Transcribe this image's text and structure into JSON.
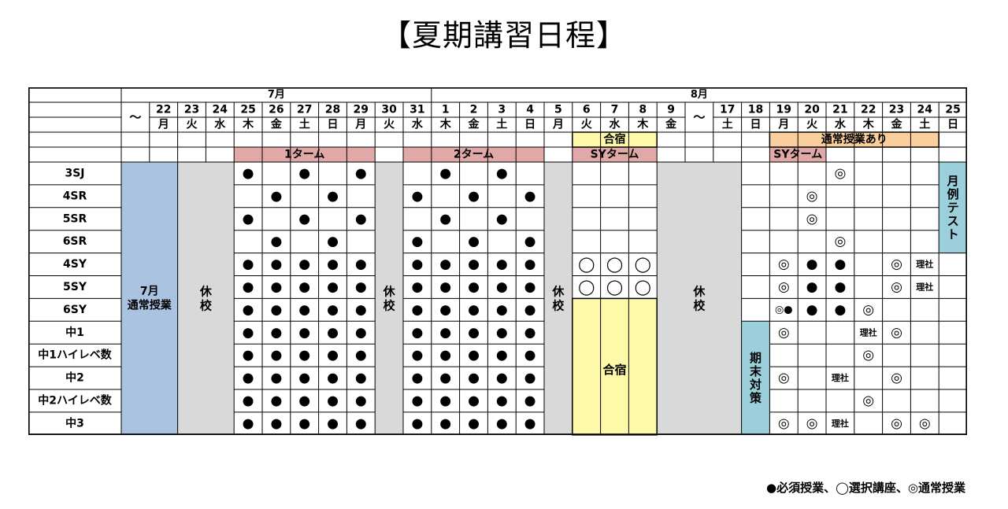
{
  "title": "【夏期講習日程】",
  "legend": "●必須授業、◯選択講座、◎通常授業",
  "months": {
    "july": "7月",
    "august": "8月"
  },
  "dates": [
    "～",
    "22",
    "23",
    "24",
    "25",
    "26",
    "27",
    "28",
    "29",
    "30",
    "31",
    "1",
    "2",
    "3",
    "4",
    "5",
    "6",
    "7",
    "8",
    "9",
    "～",
    "17",
    "18",
    "19",
    "20",
    "21",
    "22",
    "23",
    "24",
    "25"
  ],
  "weekdays": [
    "",
    "月",
    "火",
    "水",
    "木",
    "金",
    "土",
    "日",
    "月",
    "火",
    "水",
    "木",
    "金",
    "土",
    "日",
    "月",
    "火",
    "水",
    "木",
    "金",
    "",
    "土",
    "日",
    "月",
    "火",
    "水",
    "木",
    "金",
    "土",
    "日"
  ],
  "rows": [
    "3SJ",
    "4SR",
    "5SR",
    "6SR",
    "4SY",
    "5SY",
    "6SY",
    "中1",
    "中1ハイレベ数",
    "中2",
    "中2ハイレベ数",
    "中3"
  ],
  "bands": {
    "gasshuku": "合宿",
    "tsujo_ari": "通常授業あり",
    "term1": "1ターム",
    "term2": "2ターム",
    "sy_term_1": "SYターム",
    "sy_term_2": "SYターム"
  },
  "blocks": {
    "july_normal": "7月\n通常授業",
    "kyuko_a": "休\n校",
    "kyuko_b": "休\n校",
    "kyuko_c": "休\n校",
    "kyuko_d": "休\n校",
    "gasshuku_big": "合宿",
    "kimatsu": "期\n末\n対\n策",
    "getsurei_test": "月\n例\nテ\nス\nト"
  },
  "marks": [
    {
      "col": 4,
      "row": 0,
      "t": "●"
    },
    {
      "col": 6,
      "row": 0,
      "t": "●"
    },
    {
      "col": 8,
      "row": 0,
      "t": "●"
    },
    {
      "col": 5,
      "row": 1,
      "t": "●"
    },
    {
      "col": 7,
      "row": 1,
      "t": "●"
    },
    {
      "col": 4,
      "row": 2,
      "t": "●"
    },
    {
      "col": 6,
      "row": 2,
      "t": "●"
    },
    {
      "col": 8,
      "row": 2,
      "t": "●"
    },
    {
      "col": 5,
      "row": 3,
      "t": "●"
    },
    {
      "col": 7,
      "row": 3,
      "t": "●"
    },
    {
      "col": 4,
      "row": 4,
      "t": "●"
    },
    {
      "col": 5,
      "row": 4,
      "t": "●"
    },
    {
      "col": 6,
      "row": 4,
      "t": "●"
    },
    {
      "col": 7,
      "row": 4,
      "t": "●"
    },
    {
      "col": 8,
      "row": 4,
      "t": "●"
    },
    {
      "col": 4,
      "row": 5,
      "t": "●"
    },
    {
      "col": 5,
      "row": 5,
      "t": "●"
    },
    {
      "col": 6,
      "row": 5,
      "t": "●"
    },
    {
      "col": 7,
      "row": 5,
      "t": "●"
    },
    {
      "col": 8,
      "row": 5,
      "t": "●"
    },
    {
      "col": 4,
      "row": 6,
      "t": "●"
    },
    {
      "col": 5,
      "row": 6,
      "t": "●"
    },
    {
      "col": 6,
      "row": 6,
      "t": "●"
    },
    {
      "col": 7,
      "row": 6,
      "t": "●"
    },
    {
      "col": 8,
      "row": 6,
      "t": "●"
    },
    {
      "col": 4,
      "row": 7,
      "t": "●"
    },
    {
      "col": 5,
      "row": 7,
      "t": "●"
    },
    {
      "col": 6,
      "row": 7,
      "t": "●"
    },
    {
      "col": 7,
      "row": 7,
      "t": "●"
    },
    {
      "col": 8,
      "row": 7,
      "t": "●"
    },
    {
      "col": 4,
      "row": 8,
      "t": "●"
    },
    {
      "col": 5,
      "row": 8,
      "t": "●"
    },
    {
      "col": 6,
      "row": 8,
      "t": "●"
    },
    {
      "col": 7,
      "row": 8,
      "t": "●"
    },
    {
      "col": 8,
      "row": 8,
      "t": "●"
    },
    {
      "col": 4,
      "row": 9,
      "t": "●"
    },
    {
      "col": 5,
      "row": 9,
      "t": "●"
    },
    {
      "col": 6,
      "row": 9,
      "t": "●"
    },
    {
      "col": 7,
      "row": 9,
      "t": "●"
    },
    {
      "col": 8,
      "row": 9,
      "t": "●"
    },
    {
      "col": 4,
      "row": 10,
      "t": "●"
    },
    {
      "col": 5,
      "row": 10,
      "t": "●"
    },
    {
      "col": 6,
      "row": 10,
      "t": "●"
    },
    {
      "col": 7,
      "row": 10,
      "t": "●"
    },
    {
      "col": 8,
      "row": 10,
      "t": "●"
    },
    {
      "col": 4,
      "row": 11,
      "t": "●"
    },
    {
      "col": 5,
      "row": 11,
      "t": "●"
    },
    {
      "col": 6,
      "row": 11,
      "t": "●"
    },
    {
      "col": 7,
      "row": 11,
      "t": "●"
    },
    {
      "col": 8,
      "row": 11,
      "t": "●"
    },
    {
      "col": 11,
      "row": 0,
      "t": "●"
    },
    {
      "col": 13,
      "row": 0,
      "t": "●"
    },
    {
      "col": 10,
      "row": 1,
      "t": "●"
    },
    {
      "col": 12,
      "row": 1,
      "t": "●"
    },
    {
      "col": 14,
      "row": 1,
      "t": "●"
    },
    {
      "col": 11,
      "row": 2,
      "t": "●"
    },
    {
      "col": 13,
      "row": 2,
      "t": "●"
    },
    {
      "col": 10,
      "row": 3,
      "t": "●"
    },
    {
      "col": 12,
      "row": 3,
      "t": "●"
    },
    {
      "col": 14,
      "row": 3,
      "t": "●"
    },
    {
      "col": 10,
      "row": 4,
      "t": "●"
    },
    {
      "col": 11,
      "row": 4,
      "t": "●"
    },
    {
      "col": 12,
      "row": 4,
      "t": "●"
    },
    {
      "col": 13,
      "row": 4,
      "t": "●"
    },
    {
      "col": 14,
      "row": 4,
      "t": "●"
    },
    {
      "col": 10,
      "row": 5,
      "t": "●"
    },
    {
      "col": 11,
      "row": 5,
      "t": "●"
    },
    {
      "col": 12,
      "row": 5,
      "t": "●"
    },
    {
      "col": 13,
      "row": 5,
      "t": "●"
    },
    {
      "col": 14,
      "row": 5,
      "t": "●"
    },
    {
      "col": 10,
      "row": 6,
      "t": "●"
    },
    {
      "col": 11,
      "row": 6,
      "t": "●"
    },
    {
      "col": 12,
      "row": 6,
      "t": "●"
    },
    {
      "col": 13,
      "row": 6,
      "t": "●"
    },
    {
      "col": 14,
      "row": 6,
      "t": "●"
    },
    {
      "col": 10,
      "row": 7,
      "t": "●"
    },
    {
      "col": 11,
      "row": 7,
      "t": "●"
    },
    {
      "col": 12,
      "row": 7,
      "t": "●"
    },
    {
      "col": 13,
      "row": 7,
      "t": "●"
    },
    {
      "col": 14,
      "row": 7,
      "t": "●"
    },
    {
      "col": 10,
      "row": 8,
      "t": "●"
    },
    {
      "col": 11,
      "row": 8,
      "t": "●"
    },
    {
      "col": 12,
      "row": 8,
      "t": "●"
    },
    {
      "col": 13,
      "row": 8,
      "t": "●"
    },
    {
      "col": 14,
      "row": 8,
      "t": "●"
    },
    {
      "col": 10,
      "row": 9,
      "t": "●"
    },
    {
      "col": 11,
      "row": 9,
      "t": "●"
    },
    {
      "col": 12,
      "row": 9,
      "t": "●"
    },
    {
      "col": 13,
      "row": 9,
      "t": "●"
    },
    {
      "col": 14,
      "row": 9,
      "t": "●"
    },
    {
      "col": 10,
      "row": 10,
      "t": "●"
    },
    {
      "col": 11,
      "row": 10,
      "t": "●"
    },
    {
      "col": 12,
      "row": 10,
      "t": "●"
    },
    {
      "col": 13,
      "row": 10,
      "t": "●"
    },
    {
      "col": 14,
      "row": 10,
      "t": "●"
    },
    {
      "col": 10,
      "row": 11,
      "t": "●"
    },
    {
      "col": 11,
      "row": 11,
      "t": "●"
    },
    {
      "col": 12,
      "row": 11,
      "t": "●"
    },
    {
      "col": 13,
      "row": 11,
      "t": "●"
    },
    {
      "col": 14,
      "row": 11,
      "t": "●"
    },
    {
      "col": 16,
      "row": 4,
      "t": "◯"
    },
    {
      "col": 17,
      "row": 4,
      "t": "◯"
    },
    {
      "col": 18,
      "row": 4,
      "t": "◯"
    },
    {
      "col": 16,
      "row": 5,
      "t": "◯"
    },
    {
      "col": 17,
      "row": 5,
      "t": "◯"
    },
    {
      "col": 18,
      "row": 5,
      "t": "◯"
    },
    {
      "col": 25,
      "row": 0,
      "t": "◎"
    },
    {
      "col": 24,
      "row": 1,
      "t": "◎"
    },
    {
      "col": 24,
      "row": 2,
      "t": "◎"
    },
    {
      "col": 25,
      "row": 3,
      "t": "◎"
    },
    {
      "col": 23,
      "row": 4,
      "t": "◎"
    },
    {
      "col": 24,
      "row": 4,
      "t": "●"
    },
    {
      "col": 25,
      "row": 4,
      "t": "●"
    },
    {
      "col": 27,
      "row": 4,
      "t": "◎"
    },
    {
      "col": 28,
      "row": 4,
      "t": "理社",
      "s": 1
    },
    {
      "col": 23,
      "row": 5,
      "t": "◎"
    },
    {
      "col": 24,
      "row": 5,
      "t": "●"
    },
    {
      "col": 25,
      "row": 5,
      "t": "●"
    },
    {
      "col": 27,
      "row": 5,
      "t": "◎"
    },
    {
      "col": 28,
      "row": 5,
      "t": "理社",
      "s": 1
    },
    {
      "col": 23,
      "row": 6,
      "t": "◎●"
    },
    {
      "col": 24,
      "row": 6,
      "t": "●"
    },
    {
      "col": 25,
      "row": 6,
      "t": "●"
    },
    {
      "col": 26,
      "row": 6,
      "t": "◎"
    },
    {
      "col": 23,
      "row": 7,
      "t": "◎"
    },
    {
      "col": 26,
      "row": 7,
      "t": "理社",
      "s": 1
    },
    {
      "col": 27,
      "row": 7,
      "t": "◎"
    },
    {
      "col": 26,
      "row": 8,
      "t": "◎"
    },
    {
      "col": 23,
      "row": 9,
      "t": "◎"
    },
    {
      "col": 25,
      "row": 9,
      "t": "理社",
      "s": 1
    },
    {
      "col": 27,
      "row": 9,
      "t": "◎"
    },
    {
      "col": 26,
      "row": 10,
      "t": "◎"
    },
    {
      "col": 23,
      "row": 11,
      "t": "◎"
    },
    {
      "col": 24,
      "row": 11,
      "t": "◎"
    },
    {
      "col": 25,
      "row": 11,
      "t": "理社",
      "s": 1
    },
    {
      "col": 27,
      "row": 11,
      "t": "◎"
    },
    {
      "col": 28,
      "row": 11,
      "t": "◎"
    }
  ],
  "colors": {
    "blue": "#a9c3e1",
    "gray": "#d9d9d9",
    "yellow": "#fdf9a8",
    "orange": "#fbcf9d",
    "pink": "#e0a9a7",
    "teal": "#9bcfdb",
    "line": "#000000"
  }
}
